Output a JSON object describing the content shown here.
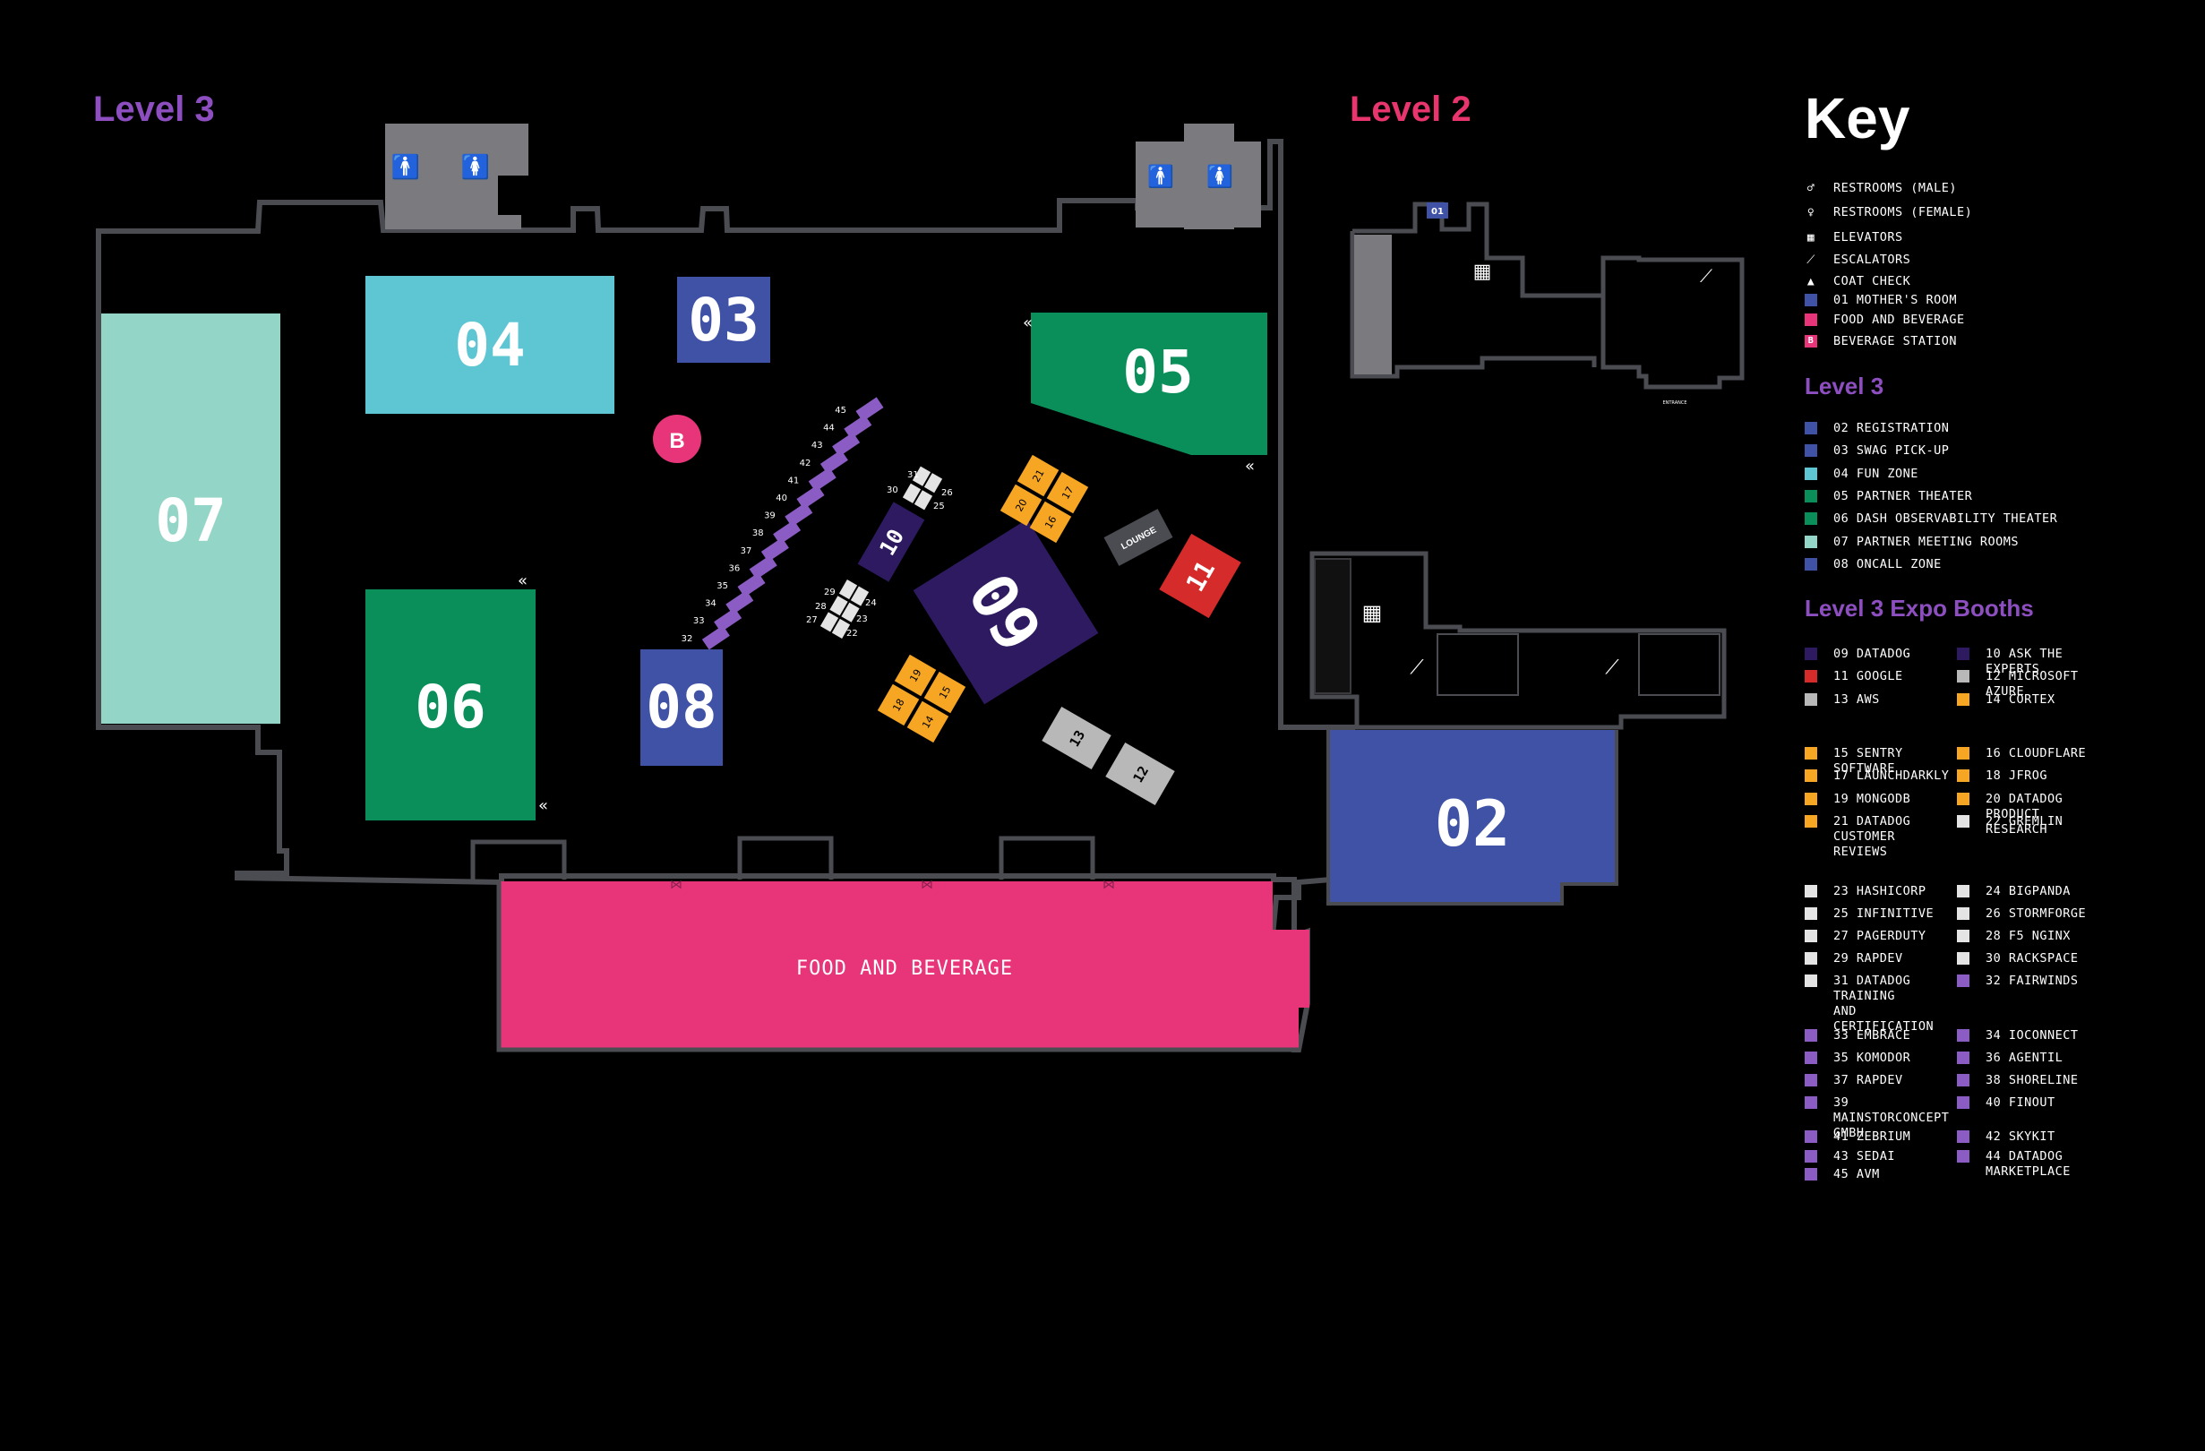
{
  "titles": {
    "level3": "Level 3",
    "level2": "Level 2",
    "key": "Key"
  },
  "colors": {
    "level3": "#8d4fbf",
    "level2": "#e8356e",
    "background": "#000000",
    "wall": "#4a4c52",
    "restroom": "#7b7b7f",
    "turquoise": "#5ec6d3",
    "indigo": "#3f52a5",
    "green": "#0a8f5a",
    "mint": "#93d6c7",
    "deep_purple": "#2e1a60",
    "red": "#d62b2b",
    "orange": "#f6a623",
    "light_gray": "#e4e4e4",
    "mid_gray": "#b8b8b8",
    "violet": "#8b5cc4",
    "pink": "#e8357a"
  },
  "map": {
    "zones": {
      "z02": "02",
      "z03": "03",
      "z04": "04",
      "z05": "05",
      "z06": "06",
      "z07": "07",
      "z08": "08",
      "z09": "09",
      "z10": "10",
      "z11": "11",
      "z12": "12",
      "z13": "13",
      "z01": "01"
    },
    "food": "FOOD AND BEVERAGE",
    "lounge": "LOUNGE",
    "beverage_badge": "B",
    "booths_orange_a": [
      "20",
      "21",
      "16",
      "17"
    ],
    "booths_orange_b": [
      "18",
      "19",
      "14",
      "15"
    ],
    "booths_white_a": [
      "31",
      "30",
      "26",
      "25"
    ],
    "booths_white_b": [
      "29",
      "28",
      "27",
      "24",
      "23",
      "22"
    ],
    "booths_purple": [
      "45",
      "44",
      "43",
      "42",
      "41",
      "40",
      "39",
      "38",
      "37",
      "36",
      "35",
      "34",
      "33",
      "32"
    ],
    "entrance": "ENTRANCE",
    "icons": [
      "restroom-male-icon",
      "restroom-female-icon",
      "elevator-icon",
      "escalator-icon"
    ]
  },
  "key": {
    "general": [
      {
        "icon": "restroom-male-icon",
        "glyph": "♂",
        "label": "RESTROOMS (MALE)"
      },
      {
        "icon": "restroom-female-icon",
        "glyph": "♀",
        "label": "RESTROOMS (FEMALE)"
      },
      {
        "icon": "elevator-icon",
        "glyph": "▦",
        "label": "ELEVATORS"
      },
      {
        "icon": "escalator-icon",
        "glyph": "⟋",
        "label": "ESCALATORS"
      },
      {
        "icon": "coat-check-icon",
        "glyph": "▲",
        "label": "COAT CHECK"
      },
      {
        "color": "#3f52a5",
        "label": "01 MOTHER'S ROOM"
      },
      {
        "color": "#e8357a",
        "label": "FOOD AND BEVERAGE"
      },
      {
        "color": "#e8357a",
        "label": "BEVERAGE STATION",
        "badge": "B"
      }
    ],
    "level3_title": "Level 3",
    "level3": [
      {
        "color": "#3f52a5",
        "label": "02 REGISTRATION"
      },
      {
        "color": "#3f52a5",
        "label": "03 SWAG PICK-UP"
      },
      {
        "color": "#5ec6d3",
        "label": "04 FUN ZONE"
      },
      {
        "color": "#0a8f5a",
        "label": "05 PARTNER THEATER"
      },
      {
        "color": "#0a8f5a",
        "label": "06 DASH OBSERVABILITY THEATER"
      },
      {
        "color": "#93d6c7",
        "label": "07 PARTNER MEETING ROOMS"
      },
      {
        "color": "#3f52a5",
        "label": "08 ONCALL ZONE"
      }
    ],
    "booths_title": "Level 3 Expo Booths",
    "booths": [
      {
        "color": "#2e1a60",
        "label": "09 DATADOG"
      },
      {
        "color": "#2e1a60",
        "label": "10 ASK THE EXPERTS"
      },
      {
        "color": "#d62b2b",
        "label": "11 GOOGLE"
      },
      {
        "color": "#b8b8b8",
        "label": "12 MICROSOFT\nAZURE"
      },
      {
        "color": "#b8b8b8",
        "label": "13 AWS"
      },
      {
        "color": "#f6a623",
        "label": "14 CORTEX"
      },
      {
        "color": "#f6a623",
        "label": "15 SENTRY SOFTWARE"
      },
      {
        "color": "#f6a623",
        "label": "16 CLOUDFLARE"
      },
      {
        "color": "#f6a623",
        "label": "17 LAUNCHDARKLY"
      },
      {
        "color": "#f6a623",
        "label": "18 JFROG"
      },
      {
        "color": "#f6a623",
        "label": "19 MONGODB"
      },
      {
        "color": "#f6a623",
        "label": "20 DATADOG\nPRODUCT\nRESEARCH"
      },
      {
        "color": "#f6a623",
        "label": "21 DATADOG\nCUSTOMER\nREVIEWS"
      },
      {
        "color": "#e4e4e4",
        "label": "22 GREMLIN"
      },
      {
        "color": "#e4e4e4",
        "label": "23 HASHICORP"
      },
      {
        "color": "#e4e4e4",
        "label": "24 BIGPANDA"
      },
      {
        "color": "#e4e4e4",
        "label": "25 INFINITIVE"
      },
      {
        "color": "#e4e4e4",
        "label": "26 STORMFORGE"
      },
      {
        "color": "#e4e4e4",
        "label": "27 PAGERDUTY"
      },
      {
        "color": "#e4e4e4",
        "label": "28 F5 NGINX"
      },
      {
        "color": "#e4e4e4",
        "label": "29 RAPDEV"
      },
      {
        "color": "#e4e4e4",
        "label": "30 RACKSPACE"
      },
      {
        "color": "#e4e4e4",
        "label": "31 DATADOG TRAINING\nAND CERTIFICATION"
      },
      {
        "color": "#8b5cc4",
        "label": "32 FAIRWINDS"
      },
      {
        "color": "#8b5cc4",
        "label": "33 EMBRACE"
      },
      {
        "color": "#8b5cc4",
        "label": "34 IOCONNECT"
      },
      {
        "color": "#8b5cc4",
        "label": "35 KOMODOR"
      },
      {
        "color": "#8b5cc4",
        "label": "36 AGENTIL"
      },
      {
        "color": "#8b5cc4",
        "label": "37 RAPDEV"
      },
      {
        "color": "#8b5cc4",
        "label": "38 SHORELINE"
      },
      {
        "color": "#8b5cc4",
        "label": "39 MAINSTORCONCEPT\nGMBH"
      },
      {
        "color": "#8b5cc4",
        "label": "40 FINOUT"
      },
      {
        "color": "#8b5cc4",
        "label": "41 ZEBRIUM"
      },
      {
        "color": "#8b5cc4",
        "label": "42 SKYKIT"
      },
      {
        "color": "#8b5cc4",
        "label": "43 SEDAI"
      },
      {
        "color": "#8b5cc4",
        "label": "44 DATADOG\nMARKETPLACE"
      },
      {
        "color": "#8b5cc4",
        "label": "45 AVM"
      }
    ]
  }
}
